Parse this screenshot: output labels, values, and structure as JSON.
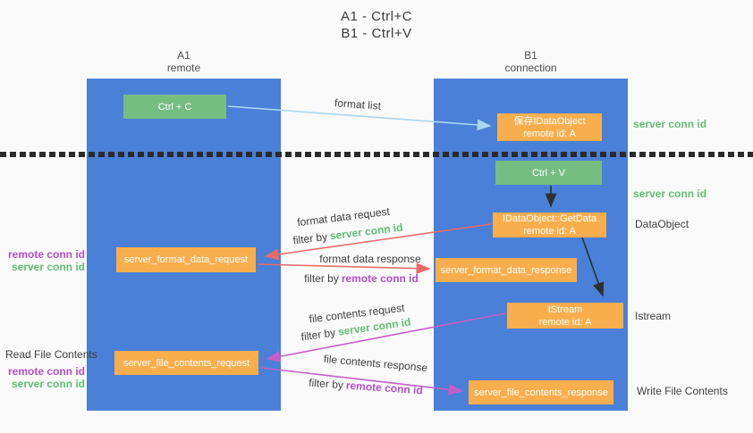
{
  "title": {
    "line1": "A1 - Ctrl+C",
    "line2": "B1 - Ctrl+V"
  },
  "lifelines": {
    "a1": {
      "name": "A1",
      "role": "remote"
    },
    "b1": {
      "name": "B1",
      "role": "connection"
    }
  },
  "boxes": {
    "ctrl_c": "Ctrl + C",
    "ctrl_v": "Ctrl + V",
    "save_dataobject": {
      "line1": "保存IDataObject",
      "line2": "remote id: A"
    },
    "getdata": {
      "line1": "IDataObject::GetData",
      "line2": "remote id: A"
    },
    "istream": {
      "line1": "IStream",
      "line2": "remote id: A"
    },
    "format_request": "server_format_data_request",
    "format_response": "server_format_data_response",
    "file_request": "server_file_contents_request",
    "file_response": "server_file_contents_response"
  },
  "arrow_labels": {
    "format_list": "format list",
    "format_data_request": "format data request",
    "format_data_response": "format data response",
    "file_contents_request": "file contents request",
    "file_contents_response": "file contents response",
    "filter_by": "filter by"
  },
  "side_labels": {
    "server_conn_id": "server conn id",
    "remote_conn_id": "remote conn id",
    "dataobject": "DataObject",
    "istream": "Istream",
    "read_file_contents": "Read File Contents",
    "write_file_contents": "Write File Contents"
  },
  "colors": {
    "column_blue": "#4a80d7",
    "box_green": "#76bd82",
    "box_orange": "#f9ae4d",
    "arrow_blue": "#a9d7f2",
    "arrow_black": "#2f2f2f",
    "arrow_red": "#e96a6a",
    "arrow_magenta": "#c45ec9",
    "id_text_green": "#5fbe72",
    "id_text_purple": "#b14fc6",
    "text_dark": "#3f3f3f"
  }
}
